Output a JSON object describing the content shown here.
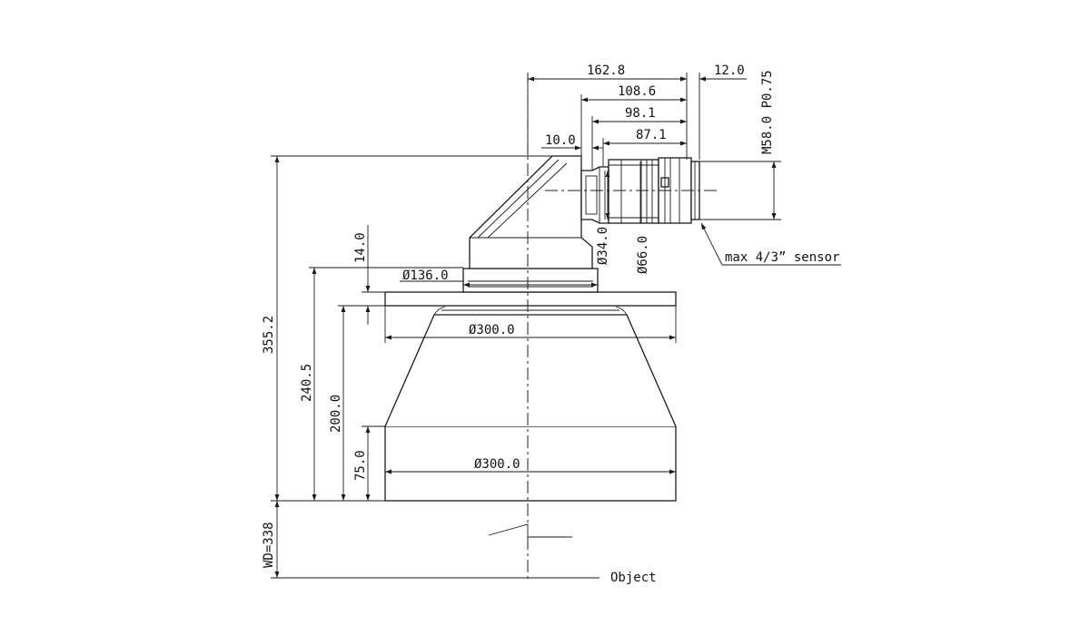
{
  "drawing": {
    "colors": {
      "line": "#1a1a1a",
      "background": "#ffffff"
    },
    "dimensions": {
      "d_162_8": "162.8",
      "d_12_0": "12.0",
      "d_108_6": "108.6",
      "d_98_1": "98.1",
      "d_87_1": "87.1",
      "d_10_0": "10.0",
      "thread": "M58.0 P0.75",
      "d_355_2": "355.2",
      "d_14_0": "14.0",
      "dia_136": "Ø136.0",
      "dia_34": "Ø34.0",
      "dia_66": "Ø66.0",
      "dia_300_top": "Ø300.0",
      "d_240_5": "240.5",
      "d_200_0": "200.0",
      "d_75_0": "75.0",
      "dia_300_bottom": "Ø300.0",
      "wd": "WD=338"
    },
    "labels": {
      "sensor": "max 4/3” sensor",
      "object": "Object"
    }
  }
}
